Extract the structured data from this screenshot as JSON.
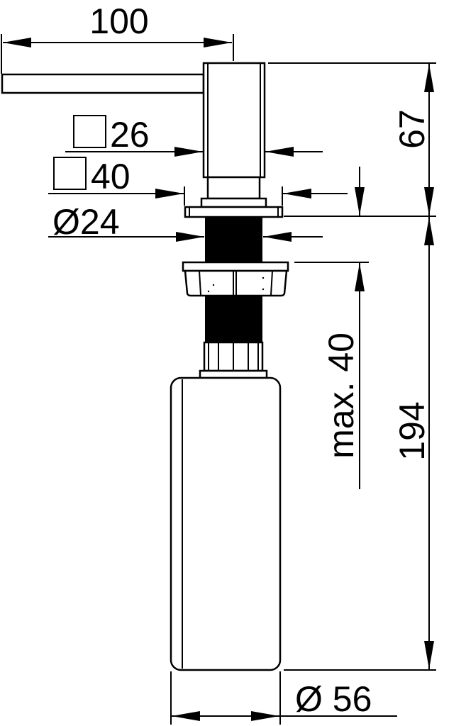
{
  "drawing": {
    "line_color": "#000000",
    "background": "#ffffff",
    "dimensions": {
      "spout_length": "100",
      "head_square": "26",
      "flange_square": "40",
      "thread_diameter": "Ø24",
      "head_height": "67",
      "bottle_height": "194",
      "max_countertop": "max. 40",
      "bottle_diameter": "Ø 56"
    }
  }
}
